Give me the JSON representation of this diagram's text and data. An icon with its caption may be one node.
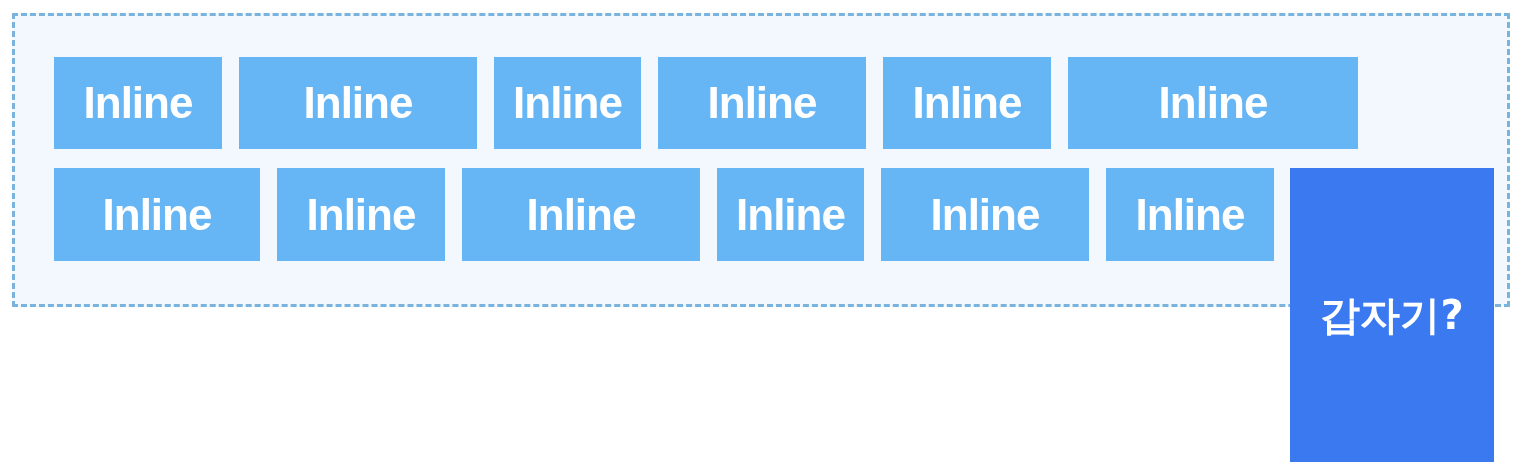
{
  "diagram": {
    "nodes": [
      {
        "text": [],
        "shape": "box"
      },
      {
        "text": [
          "Inline"
        ],
        "in": 0
      },
      {
        "text": [
          "Inline"
        ],
        "in": 0
      },
      {
        "text": [
          "Inline"
        ],
        "in": 0
      },
      {
        "text": [
          "Inline"
        ],
        "in": 0
      },
      {
        "text": [
          "Inline"
        ],
        "in": 0
      },
      {
        "text": [
          "Inline"
        ],
        "in": 0
      },
      {
        "text": [
          "Inline"
        ],
        "in": 0
      },
      {
        "text": [
          "Inline"
        ],
        "in": 0
      },
      {
        "text": [
          "Inline"
        ],
        "in": 0
      },
      {
        "text": [
          "Inline"
        ],
        "in": 0
      },
      {
        "text": [
          "Inline"
        ],
        "in": 0
      },
      {
        "text": [
          "Inline"
        ],
        "in": 0
      },
      {
        "text": [
          "갑자기?"
        ]
      }
    ]
  }
}
